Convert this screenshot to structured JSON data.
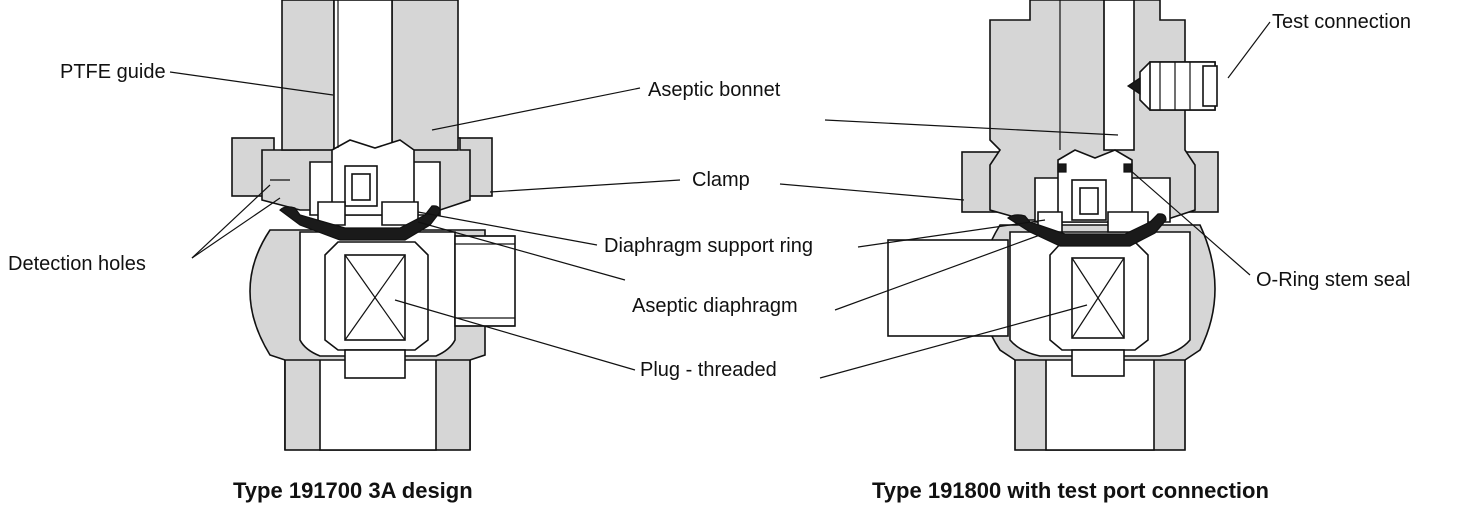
{
  "left_diagram": {
    "labels": {
      "ptfe_guide": "PTFE guide",
      "detection_holes": "Detection holes"
    },
    "caption": "Type 191700 3A design"
  },
  "center_labels": {
    "aseptic_bonnet": "Aseptic bonnet",
    "clamp": "Clamp",
    "diaphragm_support_ring": "Diaphragm support ring",
    "aseptic_diaphragm": "Aseptic diaphragm",
    "plug_threaded": "Plug - threaded"
  },
  "right_diagram": {
    "labels": {
      "test_connection": "Test connection",
      "o_ring_stem_seal": "O-Ring stem seal"
    },
    "caption": "Type 191800 with test port connection"
  }
}
